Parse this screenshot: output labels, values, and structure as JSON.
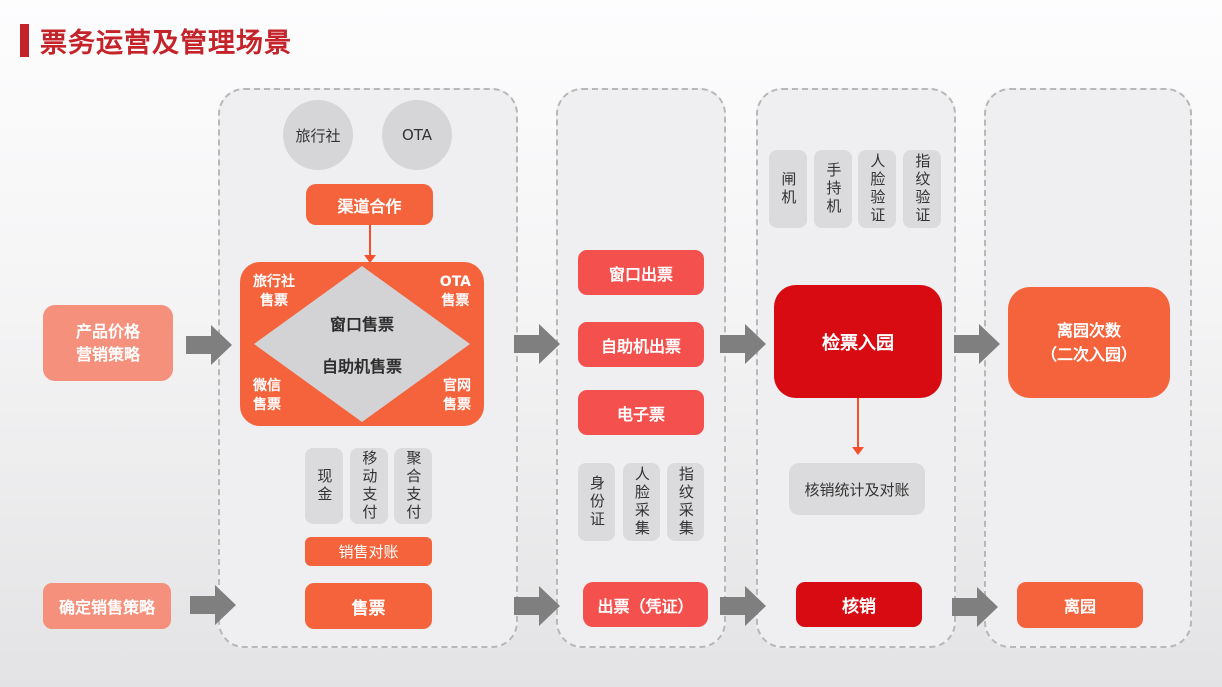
{
  "header": {
    "title": "票务运营及管理场景"
  },
  "colors": {
    "title_red": "#c5232a",
    "orange": "#f4633c",
    "salmon": "#f4907c",
    "coral_red": "#f4504e",
    "deep_red": "#d70b11",
    "gray_block": "#dbdbdd",
    "arrow_gray": "#7f7f7f"
  },
  "left_column": {
    "pricing_box": "产品价格\n营销策略",
    "confirm_box": "确定销售策略"
  },
  "panel_sales": {
    "travel_agency_circle": "旅行社",
    "ota_circle": "OTA",
    "channel_coop_button": "渠道合作",
    "diamond": {
      "top_left": "旅行社\n售票",
      "top_right": "OTA\n售票",
      "bottom_left": "微信\n售票",
      "bottom_right": "官网\n售票",
      "center_line1": "窗口售票",
      "center_line2": "自助机售票"
    },
    "payment_methods": [
      "现金",
      "移动支付",
      "聚合支付"
    ],
    "reconciliation_button": "销售对账",
    "sell_button": "售票"
  },
  "panel_issue": {
    "window_button": "窗口出票",
    "kiosk_button": "自助机出票",
    "eticket_button": "电子票",
    "capture_methods": [
      "身份证",
      "人脸采集",
      "指纹采集"
    ],
    "issue_button": "出票（凭证）"
  },
  "panel_entry": {
    "devices": [
      "闸机",
      "手持机",
      "人脸验证",
      "指纹验证"
    ],
    "check_in_box": "检票入园",
    "stats_box": "核销统计及对账",
    "verify_button": "核销"
  },
  "panel_exit": {
    "exit_count_box": "离园次数\n（二次入园）",
    "exit_button": "离园"
  }
}
